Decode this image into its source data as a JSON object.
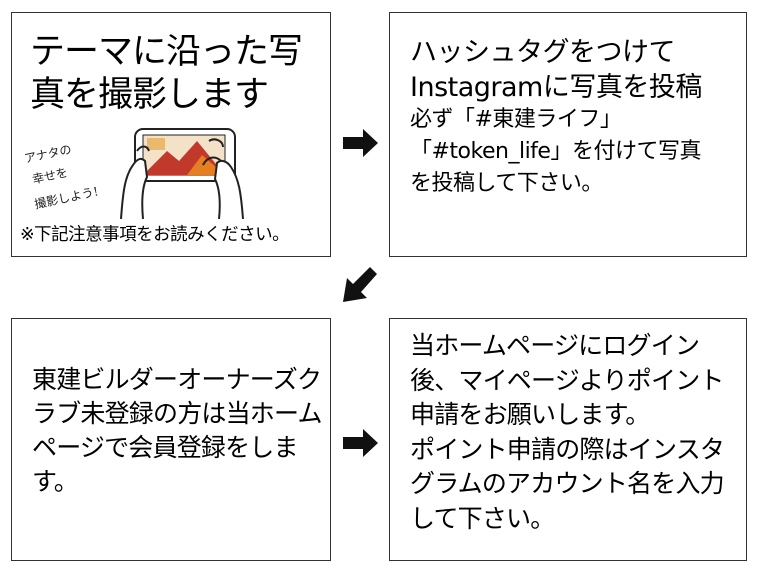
{
  "steps": [
    {
      "title": "テーマに沿った写真を撮影します",
      "handwritten": [
        "アナタの",
        "幸せを",
        "撮影しよう!"
      ],
      "note": "※下記注意事項をお読みください。"
    },
    {
      "title_line1": "ハッシュタグをつけて",
      "title_line2": "Instagramに写真を投稿",
      "body_line1": "必ず「#東建ライフ」",
      "body_line2": "「#token_life」を付けて写真",
      "body_line3": "を投稿して下さい。"
    },
    {
      "text": "東建ビルダーオーナーズクラブ未登録の方は当ホームページで会員登録をします。"
    },
    {
      "text_line1": "当ホームページにログイン後、マイページよりポイント申請をお願いします。",
      "text_line2": "ポイント申請の際はインスタグラムのアカウント名を入力して下さい。"
    }
  ],
  "icons": {
    "arrow_right": "arrow-right-icon",
    "arrow_down_left": "arrow-down-left-icon",
    "illustration": "hands-holding-smartphone-illustration"
  },
  "colors": {
    "border": "#333333",
    "arrow": "#111111",
    "photo_red": "#c0392b",
    "photo_orange": "#e67e22"
  }
}
